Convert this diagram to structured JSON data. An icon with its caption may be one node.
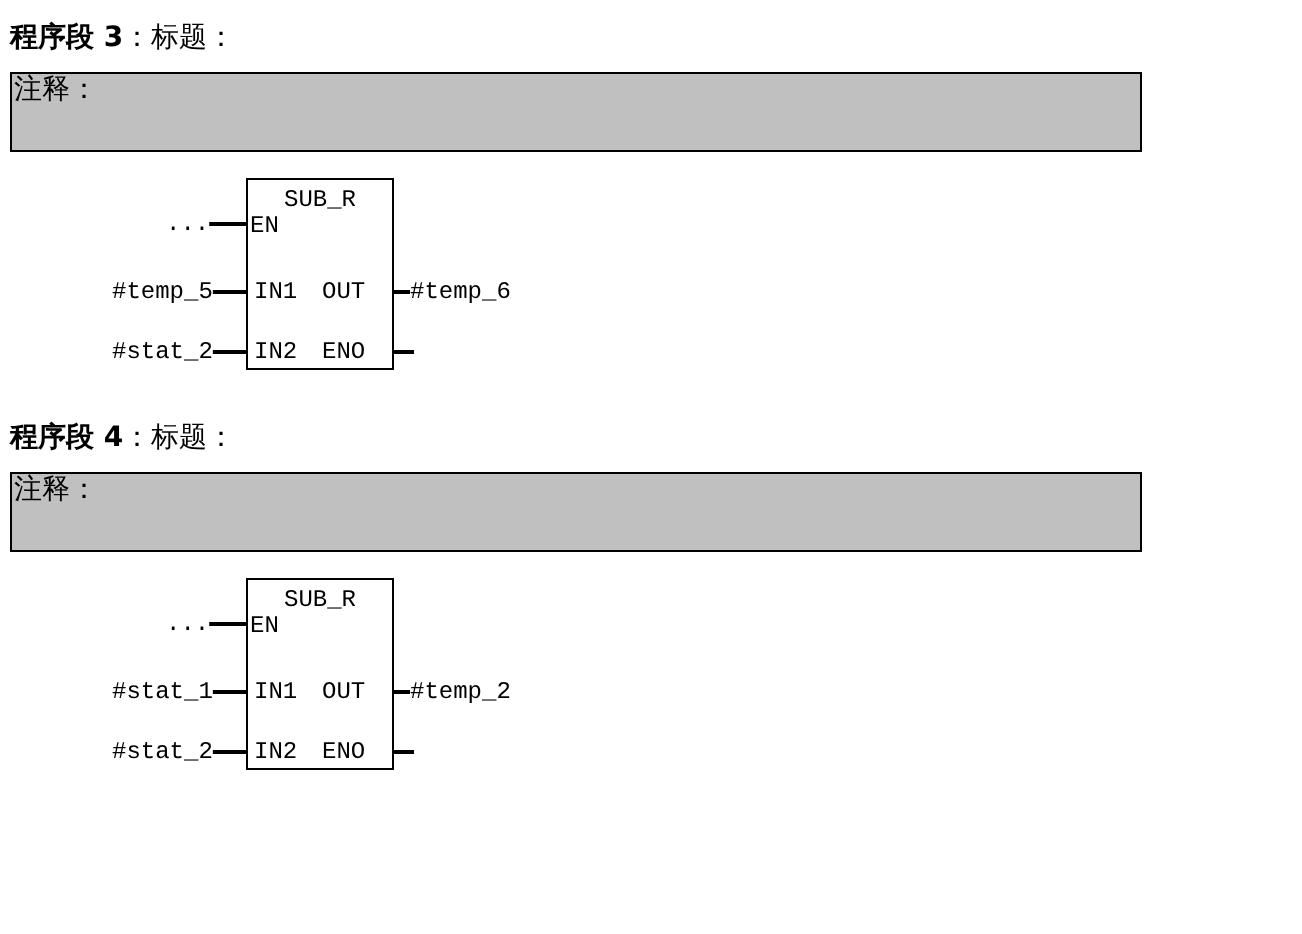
{
  "diagram": {
    "nodes": [
      {
        "text": [
          "注释："
        ]
      },
      {
        "text": [
          "SUB_R",
          "EN",
          "IN1",
          "OUT",
          "IN2",
          "ENO"
        ]
      },
      {
        "text": [
          "..."
        ]
      },
      {
        "text": [
          "#temp_5"
        ]
      },
      {
        "text": [
          "#stat_2"
        ]
      },
      {
        "text": [
          "#temp_6"
        ]
      },
      {
        "text": [
          "注释："
        ]
      },
      {
        "text": [
          "SUB_R",
          "EN",
          "IN1",
          "OUT",
          "IN2",
          "ENO"
        ]
      },
      {
        "text": [
          "..."
        ]
      },
      {
        "text": [
          "#stat_1"
        ]
      },
      {
        "text": [
          "#stat_2"
        ]
      },
      {
        "text": [
          "#temp_2"
        ]
      }
    ],
    "edges": [
      {
        "from": 2,
        "to": 1,
        "arrow": "none"
      },
      {
        "from": 3,
        "to": 1,
        "arrow": "none"
      },
      {
        "from": 4,
        "to": 1,
        "arrow": "none"
      },
      {
        "from": 1,
        "to": 5,
        "arrow": "none"
      },
      {
        "from": 1,
        "to": null,
        "arrow": "none"
      },
      {
        "from": 8,
        "to": 7,
        "arrow": "none"
      },
      {
        "from": 9,
        "to": 7,
        "arrow": "none"
      },
      {
        "from": 10,
        "to": 7,
        "arrow": "none"
      },
      {
        "from": 7,
        "to": 11,
        "arrow": "none"
      },
      {
        "from": 7,
        "to": null,
        "arrow": "none"
      }
    ],
    "labels": [
      "**程序段 3**：标题：",
      "**程序段 4**：标题："
    ]
  }
}
